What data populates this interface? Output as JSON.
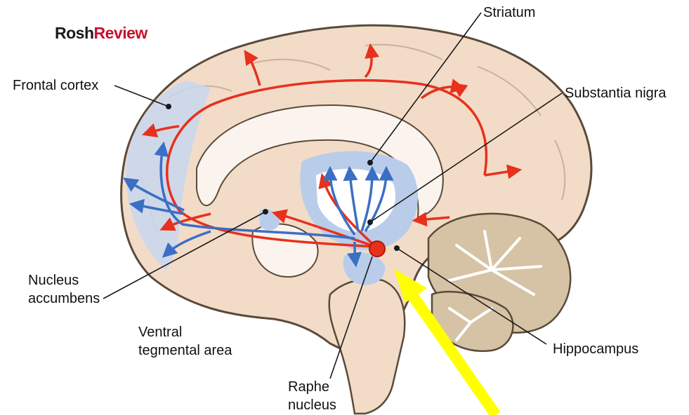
{
  "logo": {
    "part1": "Rosh",
    "part2": "Review"
  },
  "labels": {
    "frontal_cortex": "Frontal cortex",
    "striatum": "Striatum",
    "substantia_nigra": "Substantia nigra",
    "nucleus_accumbens_1": "Nucleus",
    "nucleus_accumbens_2": "accumbens",
    "ventral_tegmental_1": "Ventral",
    "ventral_tegmental_2": "tegmental area",
    "hippocampus": "Hippocampus",
    "raphe_1": "Raphe",
    "raphe_2": "nucleus"
  },
  "colors": {
    "serotonin_pathway": "#e8301c",
    "dopamine_pathway": "#3b6fc4",
    "brain_tissue": "#f2dcc8",
    "highlight_region": "#b9cdea",
    "pointer_arrow": "#ffff00"
  }
}
